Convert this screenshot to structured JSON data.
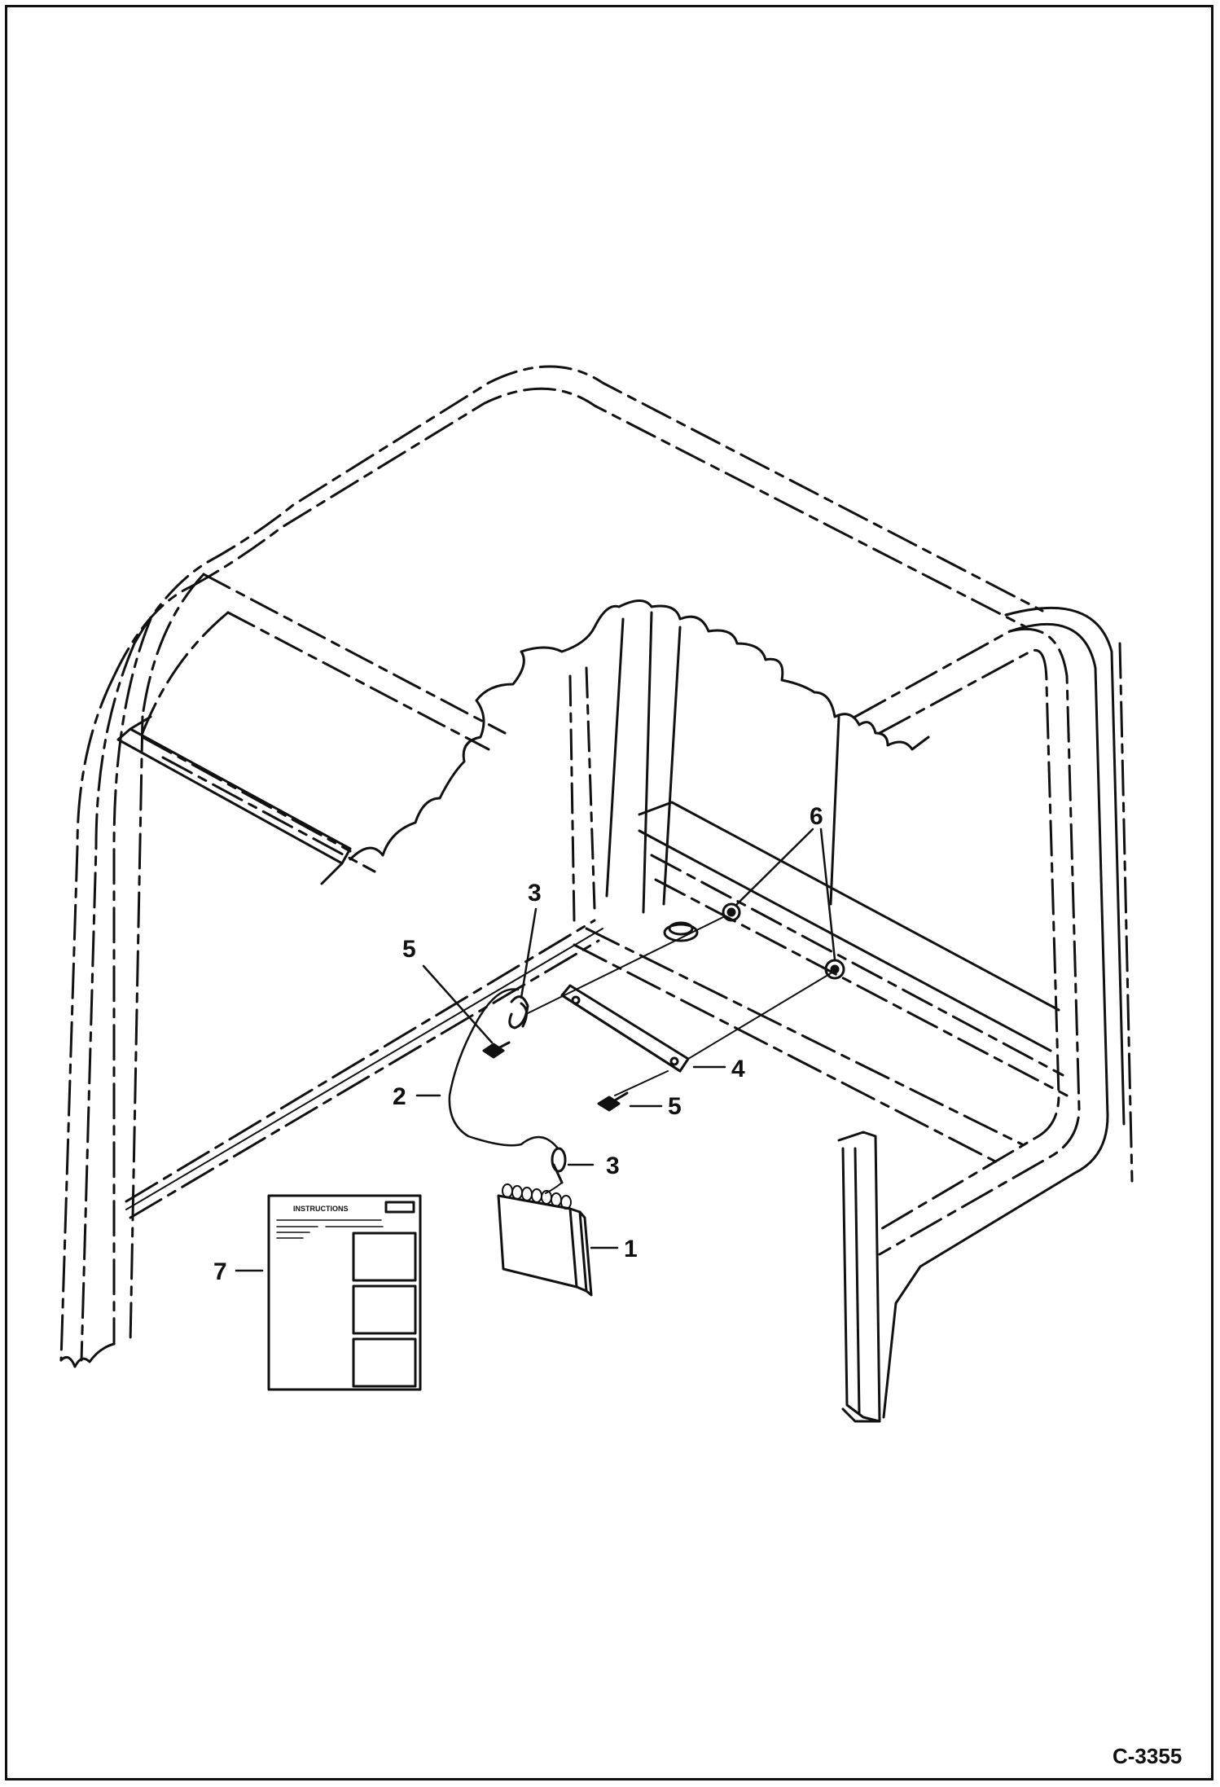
{
  "figure": {
    "id": "C-3355",
    "callouts": [
      {
        "label": "1",
        "part": "manual-holder"
      },
      {
        "label": "2",
        "part": "cable"
      },
      {
        "label": "3",
        "part": "cable-clamp"
      },
      {
        "label": "3",
        "part": "cable-clamp"
      },
      {
        "label": "4",
        "part": "mounting-bracket"
      },
      {
        "label": "5",
        "part": "bolt"
      },
      {
        "label": "5",
        "part": "bolt"
      },
      {
        "label": "6",
        "part": "nut"
      },
      {
        "label": "7",
        "part": "instruction-sheet"
      }
    ],
    "instruction_sheet": {
      "heading": "INSTRUCTIONS"
    }
  }
}
